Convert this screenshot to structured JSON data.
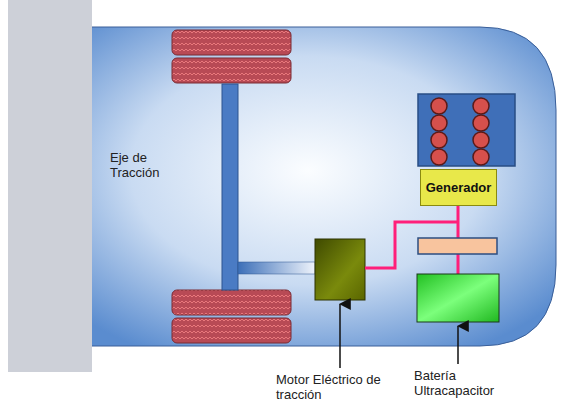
{
  "diagram": {
    "nodes": [
      {
        "text": [
          "Generador"
        ]
      }
    ],
    "labels": [
      "Eje de Tracción",
      "Motor Eléctrico de tracción",
      "Batería Ultracapacitor"
    ]
  }
}
